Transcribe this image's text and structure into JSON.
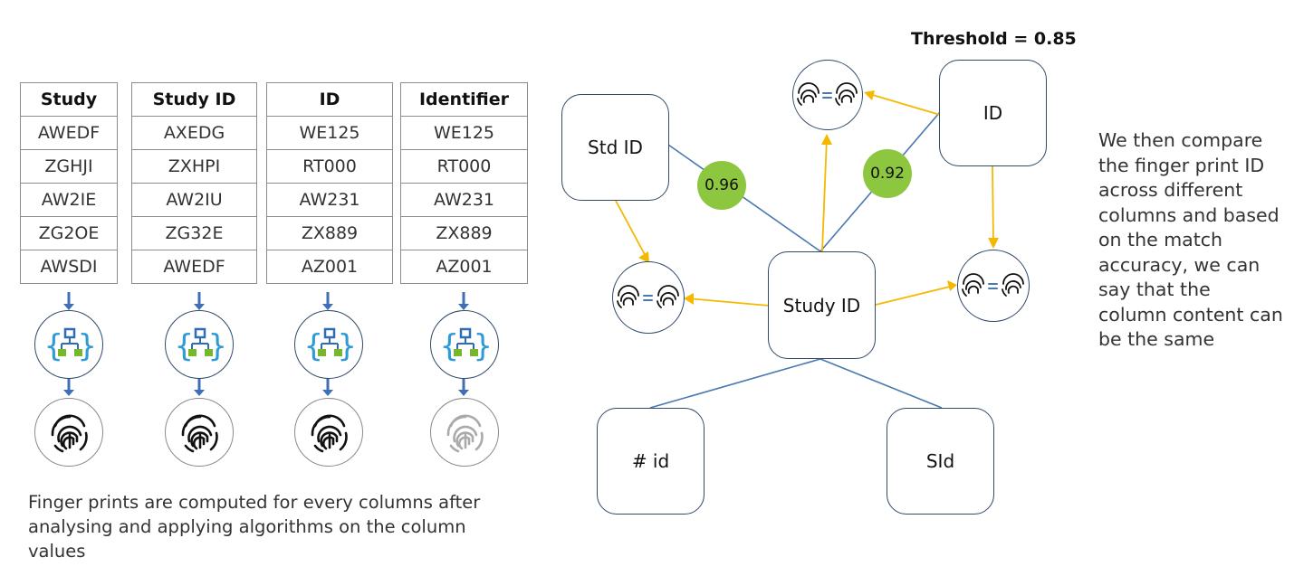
{
  "tables": [
    {
      "header": "Study",
      "rows": [
        "AWEDF",
        "ZGHJI",
        "AW2IE",
        "ZG2OE",
        "AWSDI"
      ]
    },
    {
      "header": "Study ID",
      "rows": [
        "AXEDG",
        "ZXHPI",
        "AW2IU",
        "ZG32E",
        "AWEDF"
      ]
    },
    {
      "header": "ID",
      "rows": [
        "WE125",
        "RT000",
        "AW231",
        "ZX889",
        "AZ001"
      ]
    },
    {
      "header": "Identifier",
      "rows": [
        "WE125",
        "RT000",
        "AW231",
        "ZX889",
        "AZ001"
      ]
    }
  ],
  "left_caption": "Finger prints are computed for every columns after analysing and applying algorithms on the column values",
  "threshold_label": "Threshold = 0.85",
  "nodes": {
    "std_id": "Std ID",
    "id": "ID",
    "study_id": "Study ID",
    "hash_id": "# id",
    "sid": "SId"
  },
  "scores": {
    "std_id_study_id": "0.96",
    "id_study_id": "0.92"
  },
  "right_caption": "We then compare the finger print ID across different columns and based on the match accuracy, we can say that the column content can be the same",
  "colors": {
    "match_badge": "#8dc63f",
    "orange_arrow": "#f5b800",
    "blue_arrow": "#3f6fb5",
    "line": "#4a78b0",
    "algo_blue": "#2e9ad6",
    "algo_green": "#76b82a"
  },
  "icons": [
    "algorithm-icon",
    "fingerprint-icon",
    "fingerprint-equals-icon"
  ]
}
